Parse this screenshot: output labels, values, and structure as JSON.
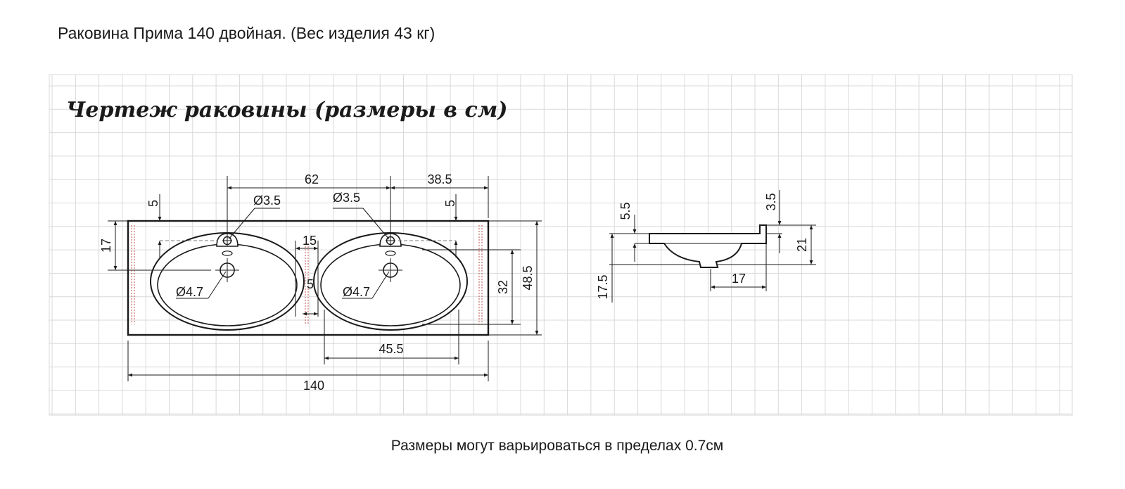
{
  "header": {
    "title": "Раковина Прима 140 двойная. (Вес изделия 43 кг)"
  },
  "drawing": {
    "heading": "Чертеж раковины (размеры в см)",
    "top_view": {
      "dim_62": "62",
      "dim_38_5": "38.5",
      "dim_hole_left": "Ø3.5",
      "dim_hole_right": "Ø3.5",
      "dim_5_left": "5",
      "dim_5_right": "5",
      "dim_17": "17",
      "dim_15": "15",
      "dim_5_mid": "5",
      "dim_drain_left": "Ø4.7",
      "dim_drain_right": "Ø4.7",
      "dim_32": "32",
      "dim_48_5": "48.5",
      "dim_45_5": "45.5",
      "dim_140": "140"
    },
    "side_view": {
      "dim_5_5": "5.5",
      "dim_3_5": "3.5",
      "dim_21": "21",
      "dim_17_5": "17.5",
      "dim_17": "17"
    }
  },
  "footer": {
    "note": "Размеры могут варьироваться в пределах 0.7см"
  },
  "colors": {
    "grid": "#d9d9d9",
    "line": "#1a1a1a",
    "hidden_line": "#777777",
    "accent_dotted": "#c0504d"
  }
}
